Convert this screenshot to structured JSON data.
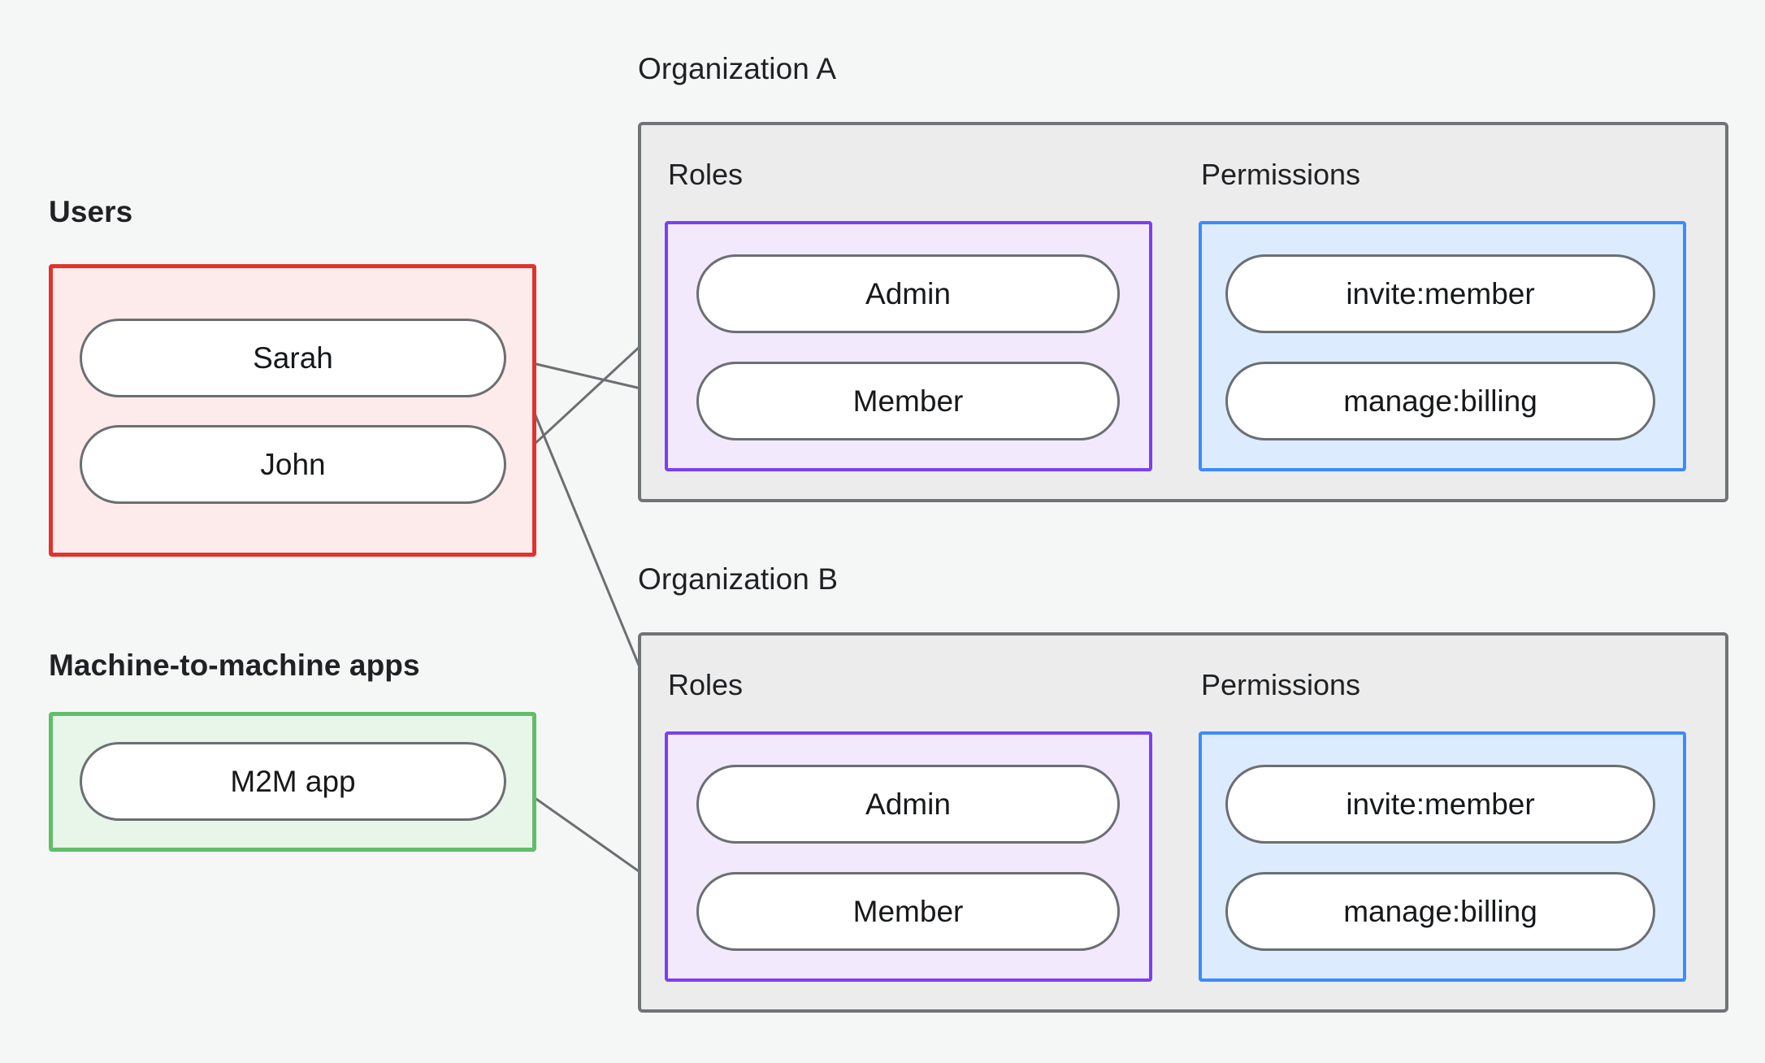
{
  "diagram": {
    "title_note": "Organizations, roles, permissions and principals",
    "background_color": "#f5f7f6",
    "colors": {
      "users_border": "#e0332b",
      "users_fill": "#fdebeb",
      "m2m_border": "#62bd68",
      "m2m_fill": "#e7f6e9",
      "org_border": "#6f7477",
      "org_fill": "#ececec",
      "roles_border": "#7b3ff2",
      "roles_fill": "#f3e9fd",
      "permissions_border": "#3d8bfd",
      "permissions_fill": "#dcecfe",
      "edge": "#6b6f72",
      "node_border": "#6b6f72",
      "node_fill": "#ffffff",
      "text": "#1f2124"
    }
  },
  "users_group": {
    "label": "Users",
    "items": [
      {
        "label": "Sarah"
      },
      {
        "label": "John"
      }
    ]
  },
  "m2m_group": {
    "label": "Machine-to-machine apps",
    "items": [
      {
        "label": "M2M app"
      }
    ]
  },
  "organizations": [
    {
      "label": "Organization A",
      "roles_label": "Roles",
      "permissions_label": "Permissions",
      "roles": [
        {
          "label": "Admin"
        },
        {
          "label": "Member"
        }
      ],
      "permissions": [
        {
          "label": "invite:member"
        },
        {
          "label": "manage:billing"
        }
      ]
    },
    {
      "label": "Organization B",
      "roles_label": "Roles",
      "permissions_label": "Permissions",
      "roles": [
        {
          "label": "Admin"
        },
        {
          "label": "Member"
        }
      ],
      "permissions": [
        {
          "label": "invite:member"
        },
        {
          "label": "manage:billing"
        }
      ]
    }
  ],
  "edges": [
    {
      "from": "Sarah",
      "to": "Organization A / Member"
    },
    {
      "from": "Sarah",
      "to": "Organization B / Admin"
    },
    {
      "from": "John",
      "to": "Organization A / Admin"
    },
    {
      "from": "M2M app",
      "to": "Organization B / Member"
    },
    {
      "from": "Organization A / Admin",
      "to": "Organization A / invite:member"
    },
    {
      "from": "Organization A / Admin",
      "to": "Organization A / manage:billing"
    },
    {
      "from": "Organization A / Member",
      "to": "Organization A / manage:billing"
    },
    {
      "from": "Organization B / Admin",
      "to": "Organization B / invite:member"
    },
    {
      "from": "Organization B / Admin",
      "to": "Organization B / manage:billing"
    },
    {
      "from": "Organization B / Member",
      "to": "Organization B / manage:billing"
    }
  ]
}
